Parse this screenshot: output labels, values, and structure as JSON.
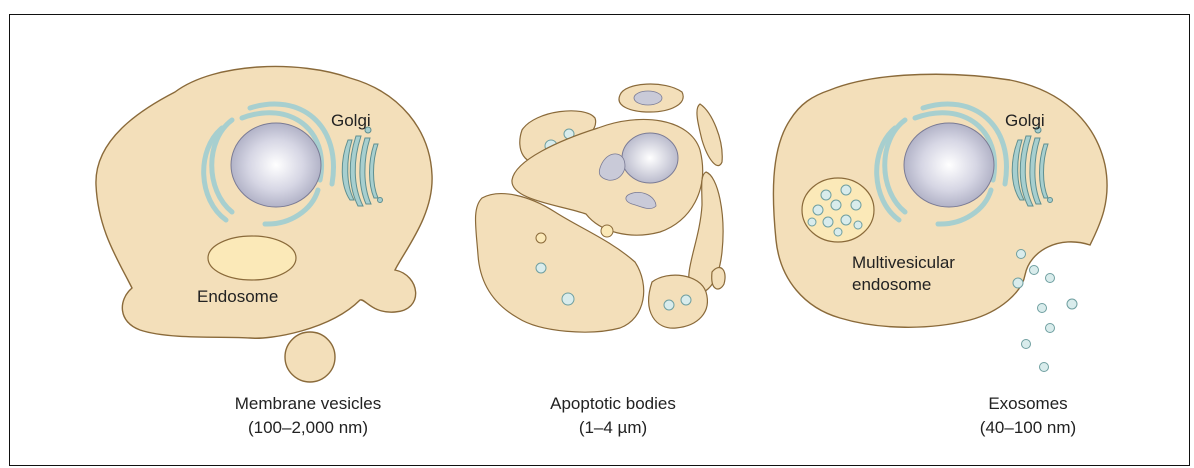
{
  "panels": [
    {
      "caption": [
        "Membrane vesicles",
        "(100–2,000 nm)"
      ],
      "labels": {
        "golgi": "Golgi",
        "endosome": "Endosome"
      }
    },
    {
      "caption": [
        "Apoptotic bodies",
        "(1–4 µm)"
      ]
    },
    {
      "caption": [
        "Exosomes",
        "(40–100 nm)"
      ],
      "labels": {
        "golgi": "Golgi",
        "mve_line1": "Multivesicular",
        "mve_line2": "endosome"
      }
    }
  ],
  "colors": {
    "cytoplasm": "#f3dfba",
    "outline": "#8a6a3a",
    "nucleus": "#c9cad8",
    "er": "#9fc7c7",
    "vesicle": "#d9ecec",
    "endosome": "#fbe9b8",
    "border": "#111111"
  }
}
